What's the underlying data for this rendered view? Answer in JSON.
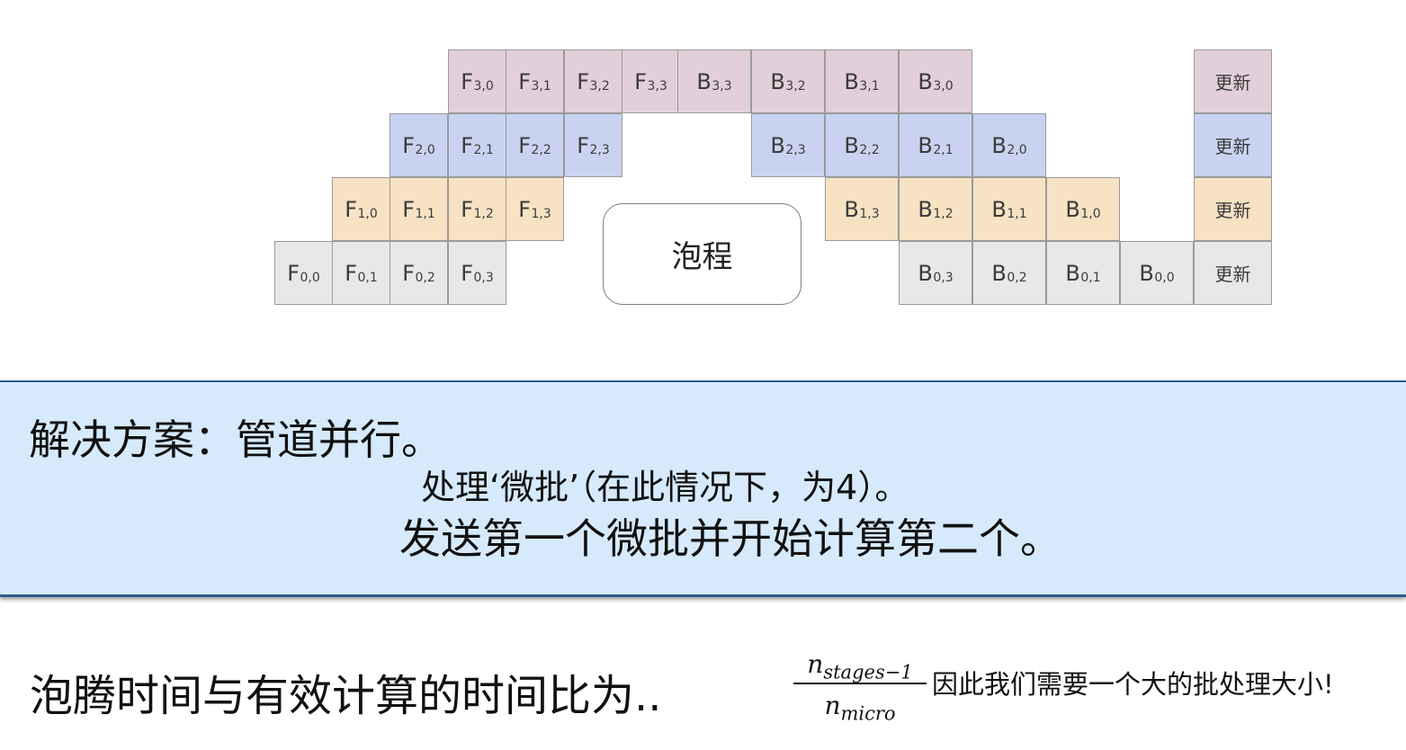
{
  "colors": {
    "stage0": "#e8e8e8",
    "stage1": "#f7e2c3",
    "stage2": "#c9d3f1",
    "stage3": "#e2cfda",
    "solution_bg": "#d6eafc",
    "solution_border": "#2e5b8a"
  },
  "diagram": {
    "rows": [
      {
        "stage": 3,
        "cells": [
          {
            "kind": "F",
            "sub": "3,0"
          },
          {
            "kind": "F",
            "sub": "3,1"
          },
          {
            "kind": "F",
            "sub": "3,2"
          },
          {
            "kind": "F",
            "sub": "3,3"
          },
          {
            "kind": "B",
            "sub": "3,3"
          },
          {
            "kind": "B",
            "sub": "3,2"
          },
          {
            "kind": "B",
            "sub": "3,1"
          },
          {
            "kind": "B",
            "sub": "3,0"
          }
        ],
        "update": "更新"
      },
      {
        "stage": 2,
        "cells": [
          {
            "kind": "F",
            "sub": "2,0"
          },
          {
            "kind": "F",
            "sub": "2,1"
          },
          {
            "kind": "F",
            "sub": "2,2"
          },
          {
            "kind": "F",
            "sub": "2,3"
          },
          {
            "kind": "B",
            "sub": "2,3"
          },
          {
            "kind": "B",
            "sub": "2,2"
          },
          {
            "kind": "B",
            "sub": "2,1"
          },
          {
            "kind": "B",
            "sub": "2,0"
          }
        ],
        "update": "更新"
      },
      {
        "stage": 1,
        "cells": [
          {
            "kind": "F",
            "sub": "1,0"
          },
          {
            "kind": "F",
            "sub": "1,1"
          },
          {
            "kind": "F",
            "sub": "1,2"
          },
          {
            "kind": "F",
            "sub": "1,3"
          },
          {
            "kind": "B",
            "sub": "1,3"
          },
          {
            "kind": "B",
            "sub": "1,2"
          },
          {
            "kind": "B",
            "sub": "1,1"
          },
          {
            "kind": "B",
            "sub": "1,0"
          }
        ],
        "update": "更新"
      },
      {
        "stage": 0,
        "cells": [
          {
            "kind": "F",
            "sub": "0,0"
          },
          {
            "kind": "F",
            "sub": "0,1"
          },
          {
            "kind": "F",
            "sub": "0,2"
          },
          {
            "kind": "F",
            "sub": "0,3"
          },
          {
            "kind": "B",
            "sub": "0,3"
          },
          {
            "kind": "B",
            "sub": "0,2"
          },
          {
            "kind": "B",
            "sub": "0,1"
          },
          {
            "kind": "B",
            "sub": "0,0"
          }
        ],
        "update": "更新"
      }
    ],
    "bubble_label": "泡程"
  },
  "solution": {
    "title": "解决方案：管道并行。",
    "line1": "处理‘微批’（在此情况下，为4）。",
    "line2": "发送第一个微批并开始计算第二个。"
  },
  "ratio_text": "泡腾时间与有效计算的时间比为..",
  "formula": {
    "num_base": "n",
    "num_sub": "stages−1",
    "den_base": "n",
    "den_sub": "micro"
  },
  "note": "因此我们需要一个大的批处理大小!"
}
